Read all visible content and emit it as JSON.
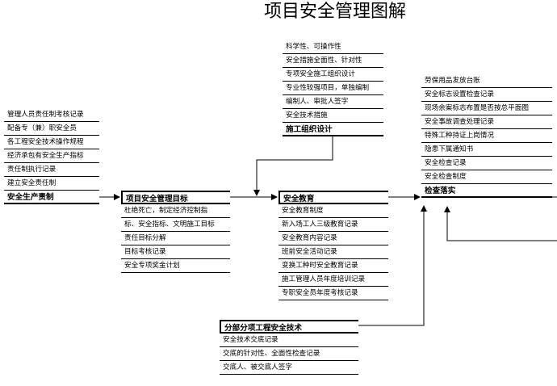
{
  "title": "项目安全管理图解",
  "left_box": {
    "items": [
      "管理人员责任制考核记录",
      "配备专（兼）职安全员",
      "各工程安全技术操作规程",
      "经济承包有安全生产指标",
      "责任制执行记录",
      "建立安全责任制"
    ],
    "header": "安全生产责制"
  },
  "goals_box": {
    "header": "项目安全管理目标",
    "items": [
      "杜绝死亡，制定经济控制指",
      "标、安全指标、文明施工目标",
      "责任目标分解",
      "目标考核记录",
      "安全专项奖金计划"
    ]
  },
  "design_box": {
    "items": [
      "科学性、可操作性",
      "安全措施全面性、针对性",
      "专项安全施工组织设计",
      "专业性较强项目，单独编制",
      "编制人、审批人签字",
      "安全技术措施"
    ],
    "header": "施工组织设计"
  },
  "edu_box": {
    "header": "安全教育",
    "items": [
      "安全教育制度",
      "新入场工人三级教育记录",
      "安全教育内容记录",
      "班前安全活动记录",
      "变换工种时安全教育记录",
      "施工管理人员年度培训记录",
      "专职安全员年度考核记录"
    ]
  },
  "check_box": {
    "items": [
      "劳保用品发放台账",
      "安全标志设置检查记录",
      "现场余案标志布置是否按总平面图",
      "安全事故调查处理记录",
      "特殊工种持证上岗情况",
      "隐患下属通知书",
      "安全检查记录",
      "安全检查制度"
    ],
    "header": "检查落实"
  },
  "tech_box": {
    "header": "分部分项工程安全技术",
    "items": [
      "安全技术交底记录",
      "交底的针对性、全面性检查记录",
      "交底人、被交底人签字"
    ]
  }
}
